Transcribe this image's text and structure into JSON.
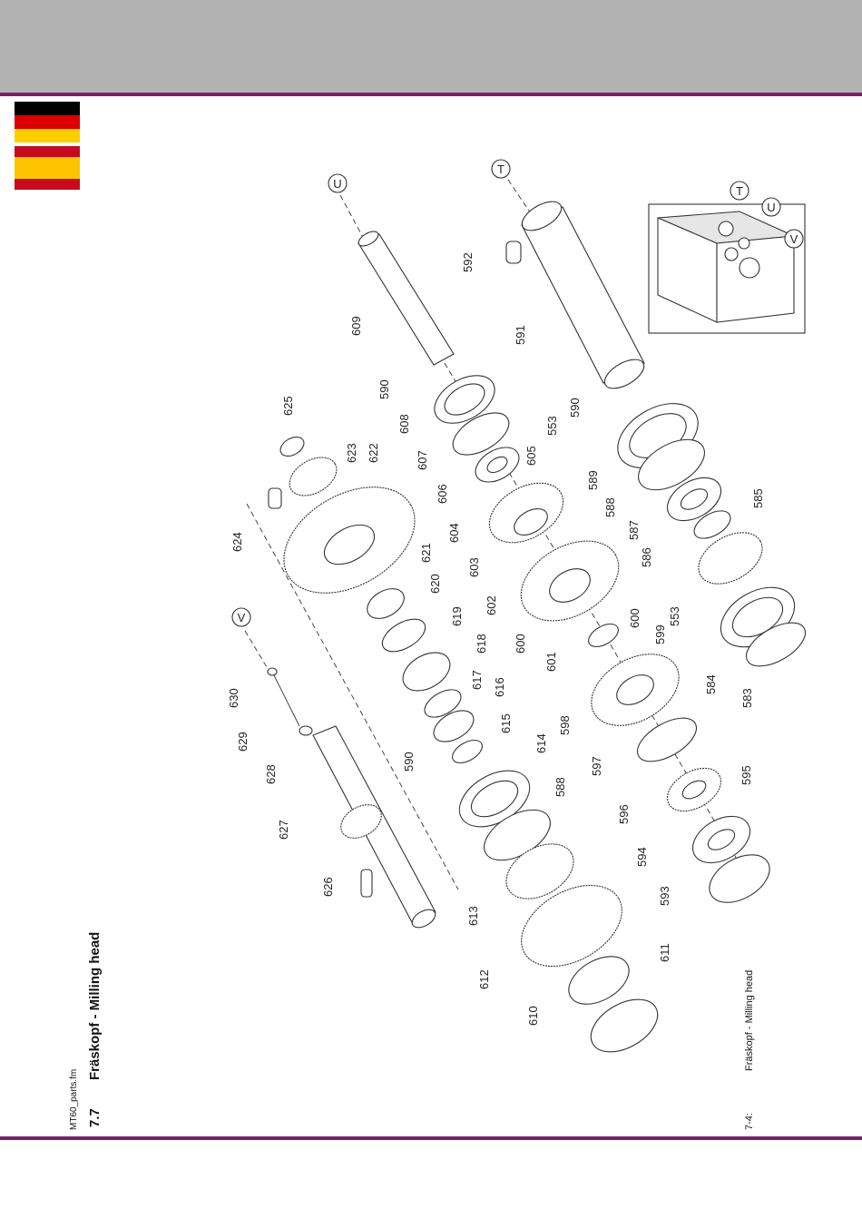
{
  "header": {
    "filename": "MT60_parts.fm"
  },
  "section": {
    "number": "7.7",
    "title": "Fräskopf - Milling head"
  },
  "figure": {
    "number": "7-4:",
    "caption": "Fräskopf - Milling head"
  },
  "flags": [
    {
      "name": "germany-flag",
      "colors": [
        "#000000",
        "#dd0000",
        "#ffce00"
      ]
    },
    {
      "name": "spain-flag",
      "colors": [
        "#c60b1e",
        "#ffc400",
        "#c60b1e"
      ]
    }
  ],
  "colors": {
    "header": "#b3b3b3",
    "rule": "#7a1f6e"
  },
  "reference_markers": [
    "U",
    "T",
    "V"
  ],
  "inset_markers": [
    "T",
    "U",
    "V"
  ],
  "part_labels": [
    "553",
    "553",
    "583",
    "584",
    "585",
    "586",
    "587",
    "588",
    "588",
    "589",
    "590",
    "590",
    "590",
    "591",
    "592",
    "593",
    "594",
    "595",
    "596",
    "597",
    "598",
    "599",
    "600",
    "600",
    "601",
    "602",
    "603",
    "604",
    "605",
    "606",
    "607",
    "608",
    "609",
    "610",
    "611",
    "612",
    "613",
    "614",
    "615",
    "616",
    "617",
    "618",
    "619",
    "620",
    "621",
    "622",
    "623",
    "624",
    "625",
    "626",
    "627",
    "628",
    "629",
    "630"
  ]
}
